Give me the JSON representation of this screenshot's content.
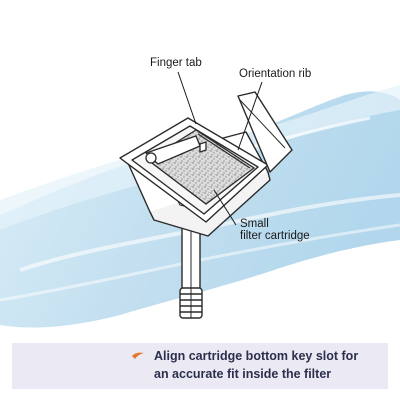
{
  "labels": {
    "finger_tab": "Finger tab",
    "orientation_rib": "Orientation rib",
    "small_filter_line1": "Small",
    "small_filter_line2": "filter cartridge"
  },
  "caption": {
    "line1": "Align cartridge bottom key slot for",
    "line2": "an accurate fit inside the filter",
    "icon": "swoosh-icon"
  },
  "colors": {
    "water": "#bfe0f0",
    "caption_bg": "#ebeaf4",
    "caption_text": "#2b2f4c",
    "accent": "#e8752a"
  }
}
